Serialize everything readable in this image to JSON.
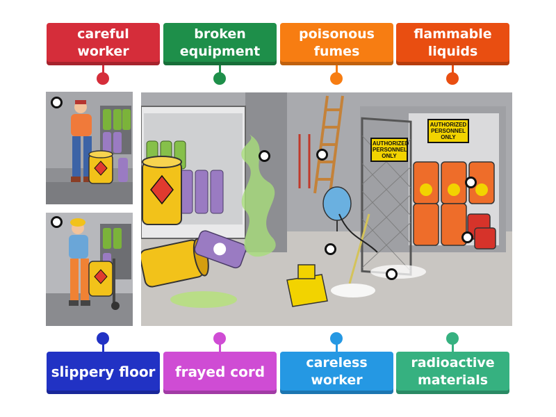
{
  "top_tiles": [
    {
      "text": "careful worker",
      "color": "#d52d3a"
    },
    {
      "text": "broken equipment",
      "color": "#1e8f4a"
    },
    {
      "text": "poisonous fumes",
      "color": "#f77d12"
    },
    {
      "text": "flammable liquids",
      "color": "#e94e11"
    }
  ],
  "bottom_tiles": [
    {
      "text": "slippery floor",
      "color": "#2132c4"
    },
    {
      "text": "frayed cord",
      "color": "#cf4cd4"
    },
    {
      "text": "careless worker",
      "color": "#2598e3"
    },
    {
      "text": "radioactive materials",
      "color": "#36b180"
    }
  ],
  "scene": {
    "sign_1": "AUTHORIZED PERSONNEL ONLY",
    "sign_2": "AUTHORIZED PERSONNEL ONLY"
  }
}
